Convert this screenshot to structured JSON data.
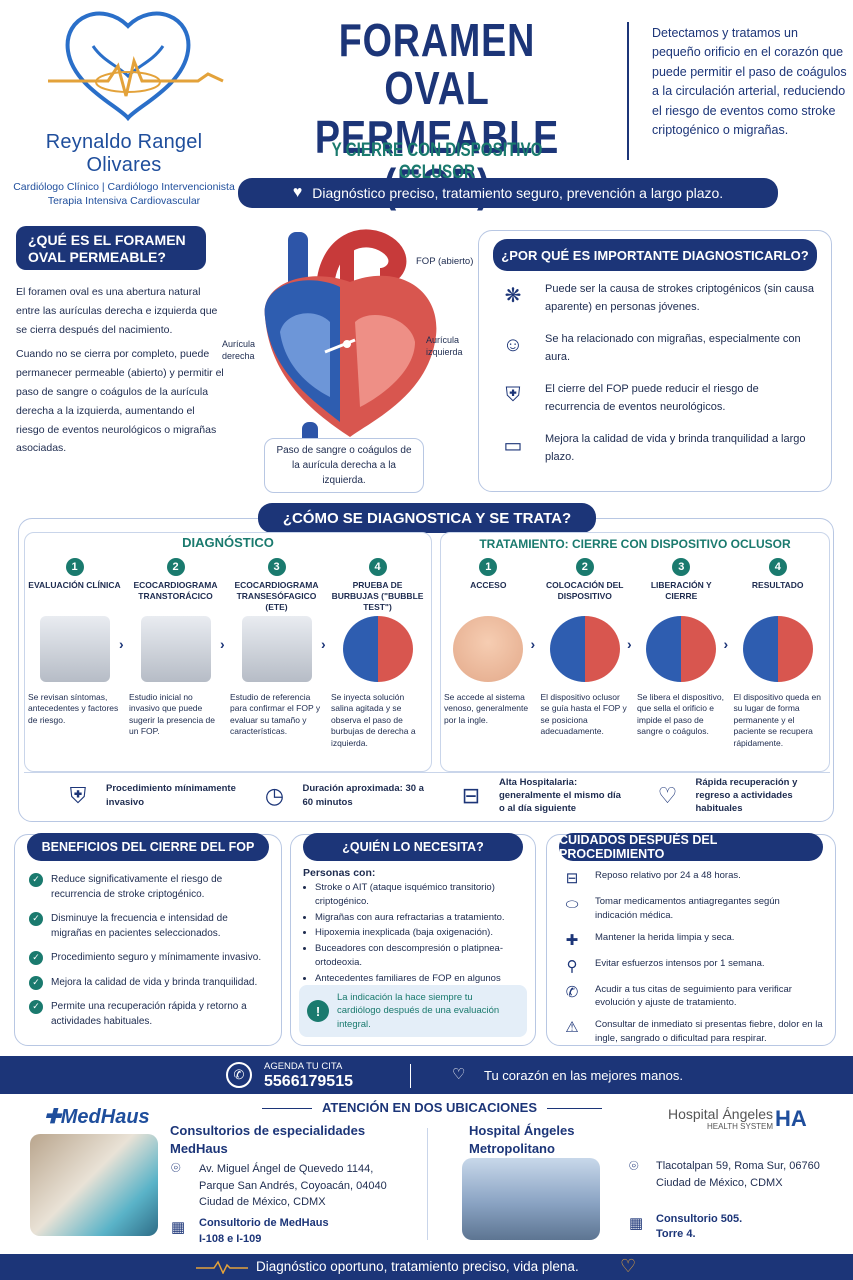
{
  "header": {
    "doctor_name": "Reynaldo Rangel Olivares",
    "doctor_specialties_1": "Cardiólogo Clínico | Cardiólogo Intervencionista",
    "doctor_specialties_2": "Terapia Intensiva Cardiovascular",
    "title_line1": "FORAMEN OVAL",
    "title_line2": "PERMEABLE (FOP)",
    "subtitle": "Y CIERRE CON DISPOSITIVO OCLUSOR",
    "intro": "Detectamos y tratamos un pequeño orificio en el corazón que puede permitir el paso de coágulos a la circulación arterial, reduciendo el riesgo de eventos como stroke criptogénico o migrañas.",
    "tagline": "Diagnóstico preciso, tratamiento seguro, prevención a largo plazo."
  },
  "what_is": {
    "heading": "¿QUÉ ES EL FORAMEN OVAL PERMEABLE?",
    "p1": "El foramen oval es una abertura natural entre las aurículas derecha e izquierda que se cierra después del nacimiento.",
    "p2": "Cuando no se cierra por completo, puede permanecer permeable (abierto) y permitir el paso de sangre o coágulos de la aurícula derecha a la izquierda, aumentando el riesgo de eventos neurológicos o migrañas asociadas."
  },
  "heart_labels": {
    "fop": "FOP (abierto)",
    "right_atrium": "Aurícula derecha",
    "left_atrium": "Aurícula izquierda",
    "caption": "Paso de sangre o coágulos de la aurícula derecha a la izquierda."
  },
  "why": {
    "heading": "¿POR QUÉ ES IMPORTANTE DIAGNOSTICARLO?",
    "items": [
      {
        "icon": "brain-icon",
        "text": "Puede ser la causa de strokes criptogénicos (sin causa aparente) en personas jóvenes."
      },
      {
        "icon": "head-pain-icon",
        "text": "Se ha relacionado con migrañas, especialmente con aura."
      },
      {
        "icon": "shield-icon",
        "text": "El cierre del FOP puede reducir el riesgo de recurrencia de eventos neurológicos."
      },
      {
        "icon": "monitor-icon",
        "text": "Mejora la calidad de vida y brinda tranquilidad a largo plazo."
      }
    ]
  },
  "how": {
    "heading": "¿CÓMO SE DIAGNOSTICA Y SE TRATA?",
    "diag_heading": "DIAGNÓSTICO",
    "treat_heading": "TRATAMIENTO: CIERRE CON DISPOSITIVO OCLUSOR",
    "diag_steps": [
      {
        "num": "1",
        "title": "EVALUACIÓN CLÍNICA",
        "desc": "Se revisan síntomas, antecedentes y factores de riesgo."
      },
      {
        "num": "2",
        "title": "ECOCARDIOGRAMA TRANSTORÁCICO",
        "desc": "Estudio inicial no invasivo que puede sugerir la presencia de un FOP."
      },
      {
        "num": "3",
        "title": "ECOCARDIOGRAMA TRANSESÓFAGICO (ETE)",
        "desc": "Estudio de referencia para confirmar el FOP y evaluar su tamaño y características."
      },
      {
        "num": "4",
        "title": "PRUEBA DE BURBUJAS (\"BUBBLE TEST\")",
        "desc": "Se inyecta solución salina agitada y se observa el paso de burbujas de derecha a izquierda."
      }
    ],
    "treat_steps": [
      {
        "num": "1",
        "title": "ACCESO",
        "desc": "Se accede al sistema venoso, generalmente por la ingle."
      },
      {
        "num": "2",
        "title": "COLOCACIÓN DEL DISPOSITIVO",
        "desc": "El dispositivo oclusor se guía hasta el FOP y se posiciona adecuadamente."
      },
      {
        "num": "3",
        "title": "LIBERACIÓN Y CIERRE",
        "desc": "Se libera el dispositivo, que sella el orificio e impide el paso de sangre o coágulos."
      },
      {
        "num": "4",
        "title": "RESULTADO",
        "desc": "El dispositivo queda en su lugar de forma permanente y el paciente se recupera rápidamente."
      }
    ],
    "facts": [
      {
        "icon": "shield-check-icon",
        "text": "Procedimiento mínimamente invasivo"
      },
      {
        "icon": "clock-icon",
        "text": "Duración aproximada: 30 a 60 minutos"
      },
      {
        "icon": "bed-icon",
        "text": "Alta Hospitalaria: generalmente el mismo día o al día siguiente"
      },
      {
        "icon": "heart-pulse-icon",
        "text": "Rápida recuperación y regreso a actividades habituales"
      }
    ]
  },
  "benefits": {
    "heading": "BENEFICIOS DEL CIERRE DEL FOP",
    "items": [
      "Reduce significativamente el riesgo de recurrencia de stroke criptogénico.",
      "Disminuye la frecuencia e intensidad de migrañas en pacientes seleccionados.",
      "Procedimiento seguro y mínimamente invasivo.",
      "Mejora la calidad de vida y brinda tranquilidad.",
      "Permite una recuperación rápida y retorno a actividades habituales."
    ]
  },
  "who": {
    "heading": "¿QUIÉN LO NECESITA?",
    "intro": "Personas con:",
    "items": [
      "Stroke o AIT (ataque isquémico transitorio) criptogénico.",
      "Migrañas con aura refractarias a tratamiento.",
      "Hipoxemia inexplicada (baja oxigenación).",
      "Buceadores con descompresión o platipnea-ortodeoxia.",
      "Antecedentes familiares de FOP en algunos casos seleccionados."
    ],
    "note": "La indicación la hace siempre tu cardiólogo después de una evaluación integral."
  },
  "care": {
    "heading": "CUIDADOS DESPUÉS DEL PROCEDIMIENTO",
    "items": [
      {
        "icon": "bed-icon",
        "text": "Reposo relativo por 24 a 48 horas."
      },
      {
        "icon": "pill-icon",
        "text": "Tomar medicamentos antiagregantes según indicación médica."
      },
      {
        "icon": "bandage-icon",
        "text": "Mantener la herida limpia y seca."
      },
      {
        "icon": "walking-icon",
        "text": "Evitar esfuerzos intensos por 1 semana."
      },
      {
        "icon": "phone-icon",
        "text": "Acudir a tus citas de seguimiento para verificar evolución y ajuste de tratamiento."
      },
      {
        "icon": "warning-icon",
        "text": "Consultar de inmediato si presentas fiebre, dolor en la ingle, sangrado o dificultad para respirar."
      }
    ]
  },
  "contact": {
    "agenda_label": "AGENDA TU CITA",
    "phone": "5566179515",
    "slogan": "Tu corazón en las mejores manos."
  },
  "locations": {
    "heading": "ATENCIÓN EN DOS UBICACIONES",
    "medhaus_logo": "MedHaus",
    "medhaus_title": "Consultorios de especialidades MedHaus",
    "medhaus_address": "Av. Miguel Ángel de Quevedo 1144, Parque San Andrés, Coyoacán, 04040 Ciudad de México, CDMX",
    "medhaus_office_label": "Consultorio de MedHaus",
    "medhaus_office": "I-108 e I-109",
    "angeles_logo": "Hospital Ángeles",
    "angeles_logo_sub": "HEALTH SYSTEM",
    "angeles_logo_mark": "HA",
    "angeles_title": "Hospital Ángeles Metropolitano",
    "angeles_address": "Tlacotalpan 59, Roma Sur, 06760 Ciudad de México, CDMX",
    "angeles_office": "Consultorio 505. Torre 4."
  },
  "footer": {
    "text": "Diagnóstico oportuno, tratamiento preciso, vida plena."
  },
  "colors": {
    "navy": "#1c3578",
    "teal": "#1a7a6e",
    "accent_orange": "#e3a23a"
  }
}
